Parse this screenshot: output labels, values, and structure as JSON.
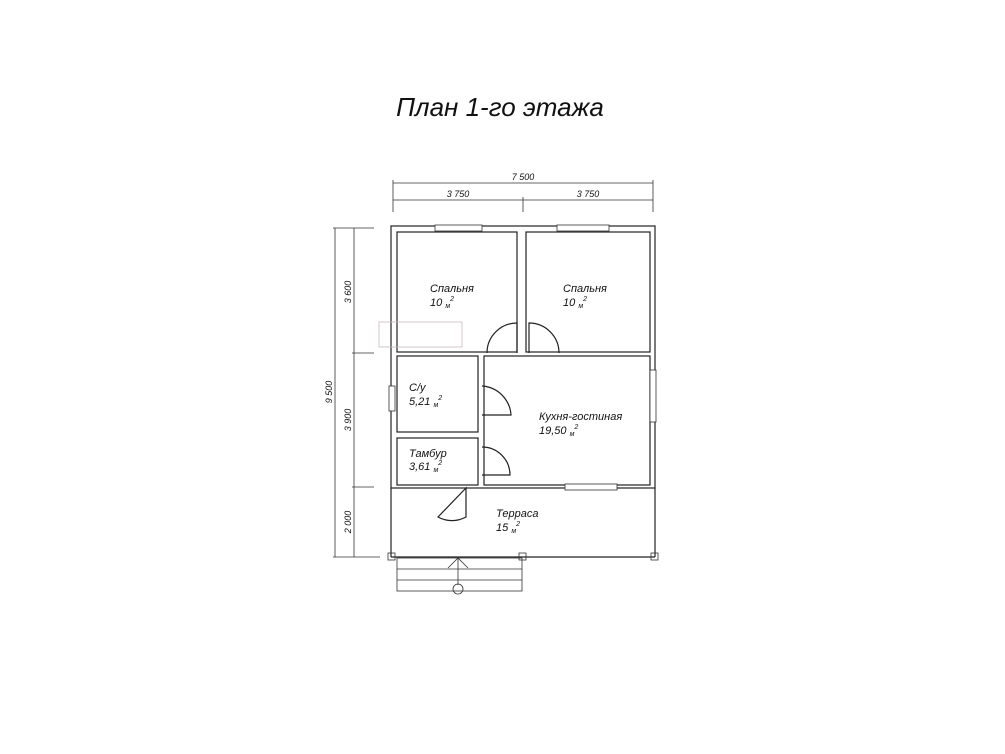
{
  "title": "План 1-го этажа",
  "dimensions": {
    "total_width": "7 500",
    "left_width": "3 750",
    "right_width": "3 750",
    "total_depth": "9 500",
    "row1_depth": "3 600",
    "row2_depth": "3 900",
    "terrace_depth": "2 000"
  },
  "rooms": [
    {
      "name": "Спальня",
      "area": "10",
      "unit": "м",
      "sup": "2"
    },
    {
      "name": "Спальня",
      "area": "10",
      "unit": "м",
      "sup": "2"
    },
    {
      "name": "С/у",
      "area": "5,21",
      "unit": "м",
      "sup": "2"
    },
    {
      "name": "Кухня-гостиная",
      "area": "19,50",
      "unit": "м",
      "sup": "2"
    },
    {
      "name": "Тамбур",
      "area": "3,61",
      "unit": "м",
      "sup": "2"
    },
    {
      "name": "Терраса",
      "area": "15",
      "unit": "м",
      "sup": "2"
    }
  ]
}
